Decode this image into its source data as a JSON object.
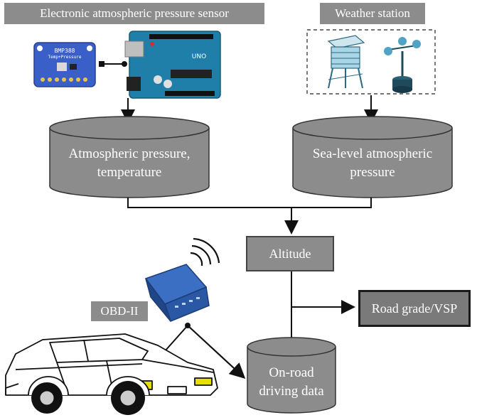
{
  "labels": {
    "sensor": "Electronic atmospheric pressure sensor",
    "weather": "Weather station",
    "obd": "OBD-II"
  },
  "cylinders": {
    "left": [
      "Atmospheric pressure,",
      "temperature"
    ],
    "right": [
      "Sea-level atmospheric",
      "pressure"
    ],
    "bottom": [
      "On-road",
      "driving data"
    ]
  },
  "boxes": {
    "altitude": "Altitude",
    "road_grade": "Road grade/VSP"
  },
  "board_text": {
    "bmp": "BMP388",
    "bmp_sub": "Temp+Pressure",
    "uno": "UNO"
  },
  "colors": {
    "label_bg": "#8c8c8c",
    "cylinder": "#8c8c8c",
    "arduino": "#1f7fa8",
    "bmp_board": "#3b5fc9",
    "obd_device": "#3a6fc4",
    "car_light": "#e8e000"
  }
}
